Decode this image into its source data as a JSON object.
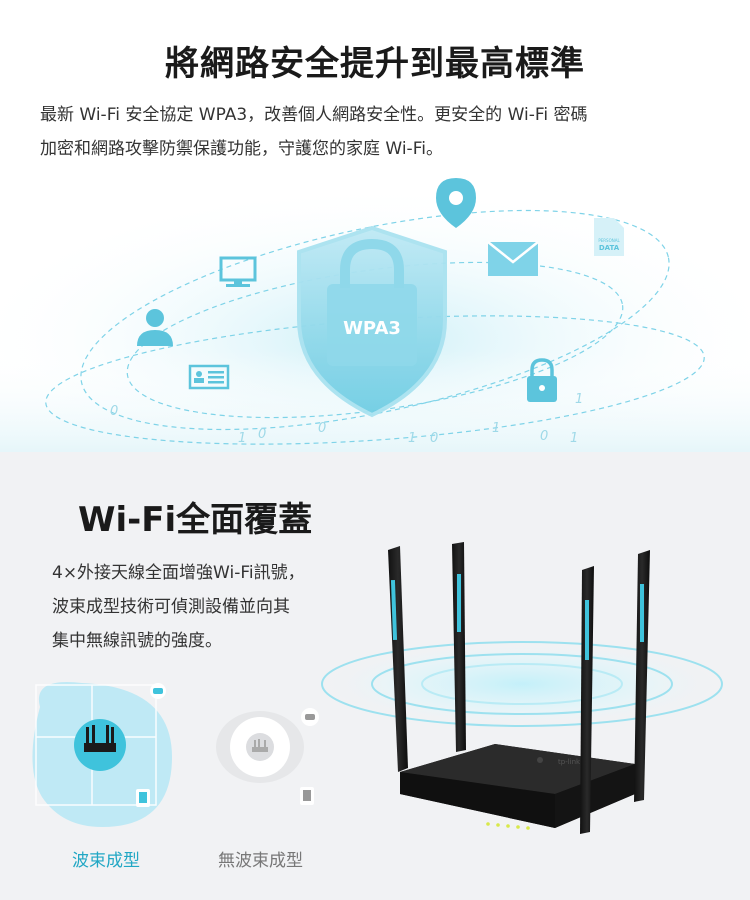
{
  "security": {
    "title": "將網路安全提升到最高標準",
    "description_line1": "最新 Wi-Fi 安全協定 WPA3，改善個人網路安全性。更安全的 Wi-Fi 密碼",
    "description_line2": "加密和網路攻擊防禦保護功能，守護您的家庭 Wi-Fi。",
    "shield_label": "WPA3",
    "personal_data_label_top": "PERSONAL",
    "personal_data_label_bottom": "DATA",
    "binary_digits": [
      "1",
      "0",
      "0",
      "1",
      "0",
      "1",
      "0",
      "1",
      "0",
      "1"
    ]
  },
  "coverage": {
    "title": "Wi-Fi全面覆蓋",
    "description_line1": "4×外接天線全面增強Wi-Fi訊號，",
    "description_line2": "波束成型技術可偵測設備並向其",
    "description_line3": "集中無線訊號的強度。",
    "label_beamforming": "波束成型",
    "label_no_beamforming": "無波束成型",
    "router_brand": "tp-link"
  },
  "colors": {
    "accent_blue": "#21a7c4",
    "light_blue": "#7fd3e8",
    "pale_blue": "#d6f1f8",
    "router_black": "#1a1a1a",
    "bottom_bg": "#f1f2f4"
  }
}
